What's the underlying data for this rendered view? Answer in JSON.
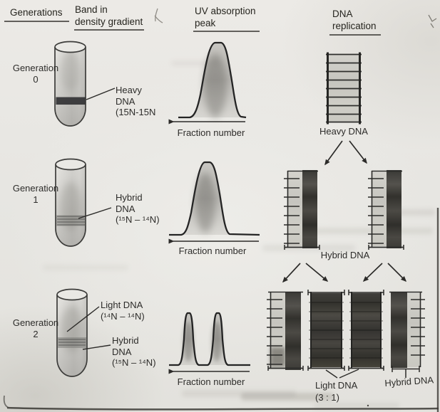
{
  "figure": {
    "subject": "Meselson-Stahl experiment: semiconservative DNA replication across generations"
  },
  "headers": {
    "generations": "Generations",
    "band": "Band in\ndensity gradient",
    "uv": "UV absorption\npeak",
    "replication": "DNA\nreplication"
  },
  "generations": {
    "gen0": "Generation\n0",
    "gen1": "Generation\n1",
    "gen2": "Generation\n2"
  },
  "tube_labels": {
    "gen0_heavy": "Heavy\nDNA\n(15N-15N",
    "gen1_hybrid": "Hybrid\nDNA\n(¹⁵N – ¹⁴N)",
    "gen2_light": "Light DNA\n(¹⁴N – ¹⁴N)",
    "gen2_hybrid": "Hybrid\nDNA\n(¹⁵N – ¹⁴N)"
  },
  "uv": {
    "axis_label": "Fraction number",
    "gen0_peaks": 1,
    "gen1_peaks": 1,
    "gen2_peaks": 2
  },
  "replication_labels": {
    "gen0": "Heavy DNA",
    "gen1": "Hybrid DNA",
    "gen2_light": "Light DNA\n(3 : 1)",
    "gen2_hybrid": "Hybrid DNA"
  },
  "colors": {
    "paper": "#e8e7e3",
    "ink": "#2d2c2a",
    "dark_strand": "#3c3b37",
    "light_strand": "#c9c8c1",
    "heavy_band": "#323232"
  }
}
